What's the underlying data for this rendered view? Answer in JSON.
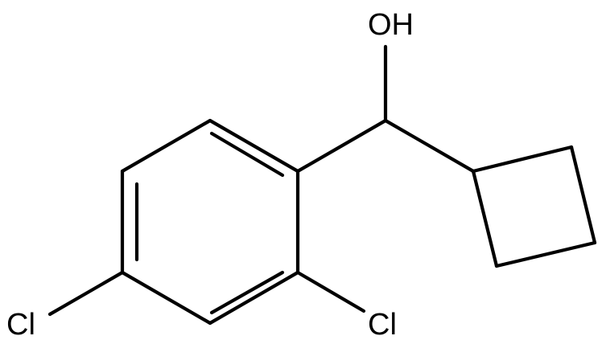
{
  "molecule": {
    "atoms": {
      "hydroxyl": "OH",
      "chlorine_para": "Cl",
      "chlorine_ortho": "Cl"
    }
  }
}
